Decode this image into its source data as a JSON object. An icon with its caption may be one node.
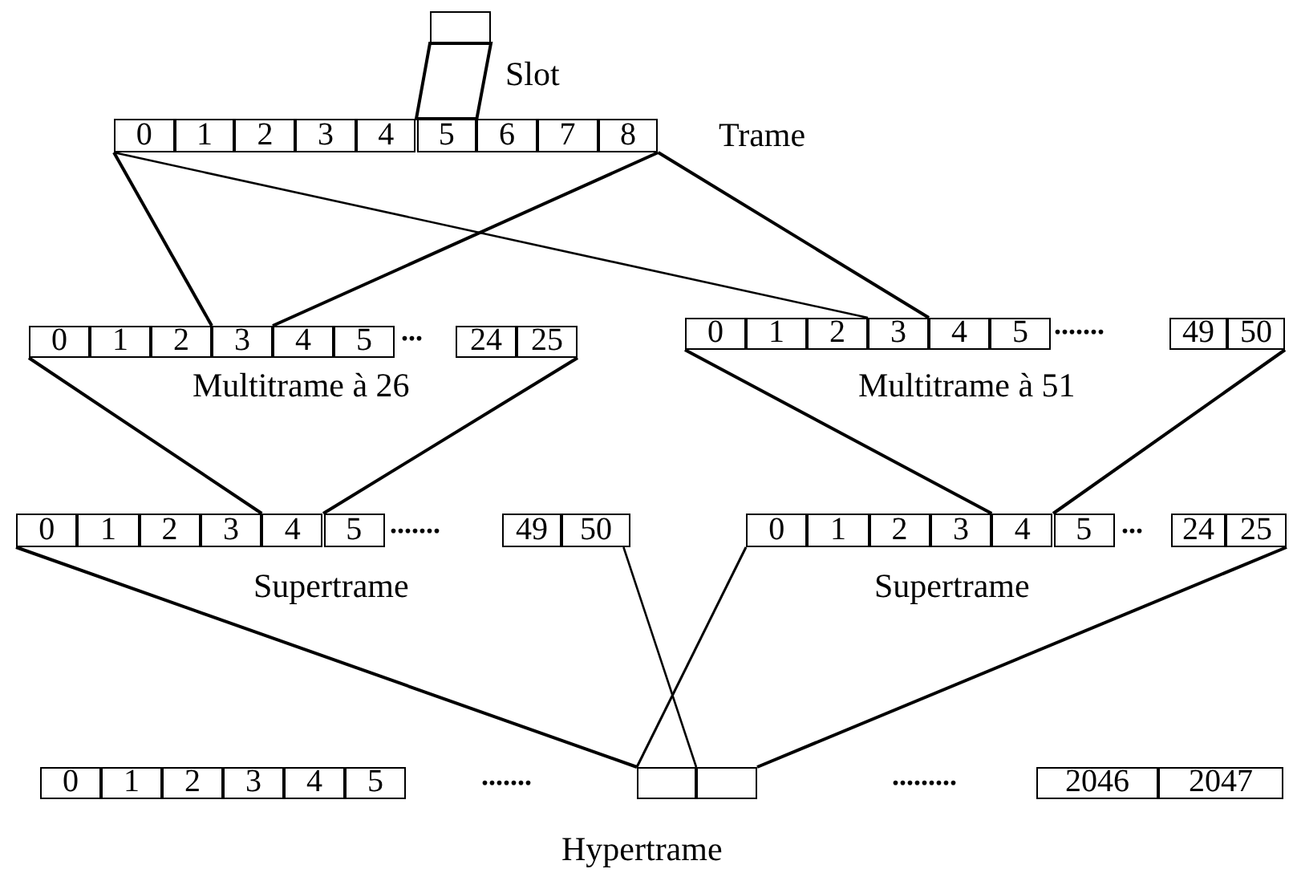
{
  "diagram": {
    "nodes": [
      {
        "text": [],
        "shape": "box"
      },
      {
        "text": [
          "0"
        ]
      },
      {
        "text": [
          "1"
        ]
      },
      {
        "text": [
          "2"
        ]
      },
      {
        "text": [
          "3"
        ]
      },
      {
        "text": [
          "4"
        ]
      },
      {
        "text": [
          "5"
        ]
      },
      {
        "text": [
          "6"
        ]
      },
      {
        "text": [
          "7"
        ]
      },
      {
        "text": [
          "8"
        ]
      },
      {
        "text": [
          "0"
        ]
      },
      {
        "text": [
          "1"
        ]
      },
      {
        "text": [
          "2"
        ]
      },
      {
        "text": [
          "3"
        ]
      },
      {
        "text": [
          "4"
        ]
      },
      {
        "text": [
          "5"
        ]
      },
      {
        "text": [
          "24"
        ]
      },
      {
        "text": [
          "25"
        ]
      },
      {
        "text": [
          "0"
        ]
      },
      {
        "text": [
          "1"
        ]
      },
      {
        "text": [
          "2"
        ]
      },
      {
        "text": [
          "3"
        ]
      },
      {
        "text": [
          "4"
        ]
      },
      {
        "text": [
          "5"
        ]
      },
      {
        "text": [
          "49"
        ]
      },
      {
        "text": [
          "50"
        ]
      },
      {
        "text": [
          "0"
        ]
      },
      {
        "text": [
          "1"
        ]
      },
      {
        "text": [
          "2"
        ]
      },
      {
        "text": [
          "3"
        ]
      },
      {
        "text": [
          "4"
        ]
      },
      {
        "text": [
          "5"
        ]
      },
      {
        "text": [
          "49"
        ]
      },
      {
        "text": [
          "50"
        ]
      },
      {
        "text": [
          "0"
        ]
      },
      {
        "text": [
          "1"
        ]
      },
      {
        "text": [
          "2"
        ]
      },
      {
        "text": [
          "3"
        ]
      },
      {
        "text": [
          "4"
        ]
      },
      {
        "text": [
          "5"
        ]
      },
      {
        "text": [
          "24"
        ]
      },
      {
        "text": [
          "25"
        ]
      },
      {
        "text": [
          "0"
        ]
      },
      {
        "text": [
          "1"
        ]
      },
      {
        "text": [
          "2"
        ]
      },
      {
        "text": [
          "3"
        ]
      },
      {
        "text": [
          "4"
        ]
      },
      {
        "text": [
          "5"
        ]
      },
      {
        "text": [],
        "shape": "box"
      },
      {
        "text": [],
        "shape": "box"
      },
      {
        "text": [
          "2046"
        ]
      },
      {
        "text": [
          "2047"
        ]
      }
    ],
    "edges": [
      {
        "from": 0,
        "to": 6,
        "arrow": "none"
      },
      {
        "from": 1,
        "to": 13,
        "arrow": "none"
      },
      {
        "from": 9,
        "to": 13,
        "arrow": "none"
      },
      {
        "from": 1,
        "to": 21,
        "arrow": "none"
      },
      {
        "from": 9,
        "to": 21,
        "arrow": "none"
      },
      {
        "from": 10,
        "to": 30,
        "arrow": "none"
      },
      {
        "from": 17,
        "to": 30,
        "arrow": "none"
      },
      {
        "from": 18,
        "to": 38,
        "arrow": "none"
      },
      {
        "from": 25,
        "to": 38,
        "arrow": "none"
      },
      {
        "from": 26,
        "to": 48,
        "arrow": "none"
      },
      {
        "from": 33,
        "to": 49,
        "arrow": "none"
      },
      {
        "from": 34,
        "to": 48,
        "arrow": "none"
      },
      {
        "from": 41,
        "to": 49,
        "arrow": "none"
      }
    ],
    "labels": [
      "Slot",
      "Trame",
      ".......",
      "...",
      "Multitrame à 26",
      "Multitrame à 51",
      ".......",
      "...",
      "Supertrame",
      "Supertrame",
      ".......",
      ".........",
      "Hypertrame"
    ]
  }
}
